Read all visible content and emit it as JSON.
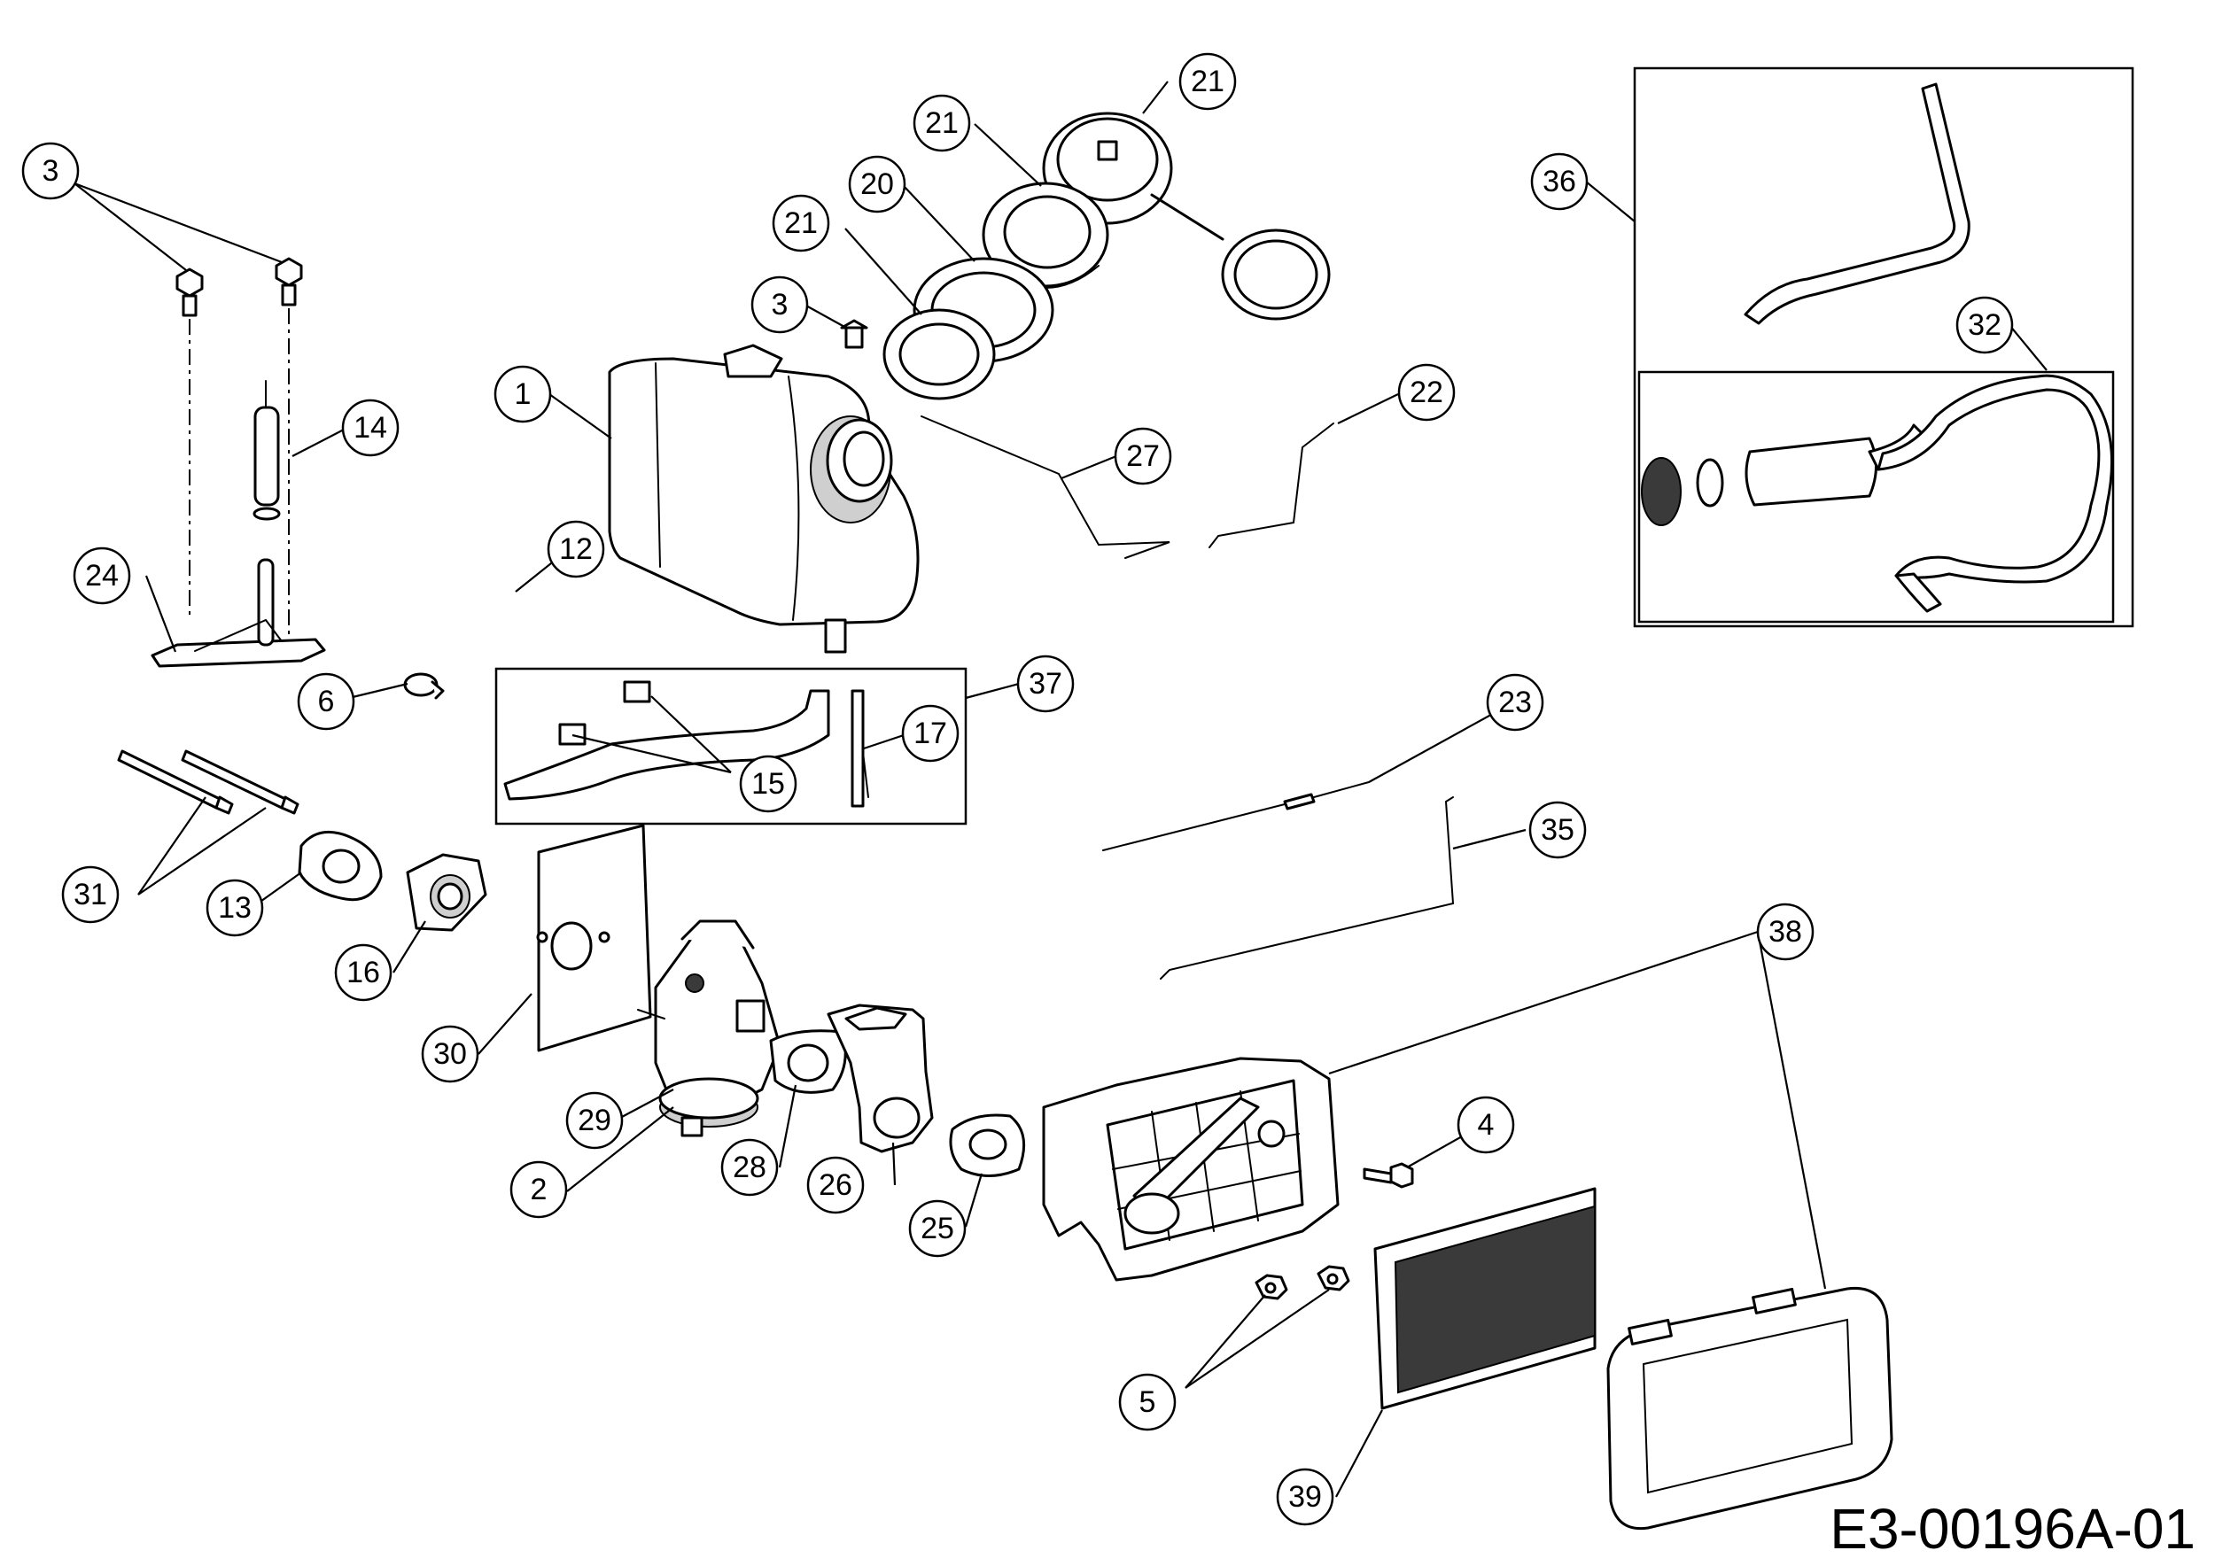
{
  "diagram_code": "E3-00196A-01",
  "callouts": [
    {
      "id": "c3a",
      "label": "3"
    },
    {
      "id": "c14",
      "label": "14"
    },
    {
      "id": "c24",
      "label": "24"
    },
    {
      "id": "c6",
      "label": "6"
    },
    {
      "id": "c31",
      "label": "31"
    },
    {
      "id": "c13",
      "label": "13"
    },
    {
      "id": "c16",
      "label": "16"
    },
    {
      "id": "c30",
      "label": "30"
    },
    {
      "id": "c29",
      "label": "29"
    },
    {
      "id": "c2",
      "label": "2"
    },
    {
      "id": "c28",
      "label": "28"
    },
    {
      "id": "c26",
      "label": "26"
    },
    {
      "id": "c25",
      "label": "25"
    },
    {
      "id": "c1",
      "label": "1"
    },
    {
      "id": "c12",
      "label": "12"
    },
    {
      "id": "c21a",
      "label": "21"
    },
    {
      "id": "c21b",
      "label": "21"
    },
    {
      "id": "c21c",
      "label": "21"
    },
    {
      "id": "c20",
      "label": "20"
    },
    {
      "id": "c3b",
      "label": "3"
    },
    {
      "id": "c27",
      "label": "27"
    },
    {
      "id": "c22",
      "label": "22"
    },
    {
      "id": "c37",
      "label": "37"
    },
    {
      "id": "c15",
      "label": "15"
    },
    {
      "id": "c17",
      "label": "17"
    },
    {
      "id": "c23",
      "label": "23"
    },
    {
      "id": "c35",
      "label": "35"
    },
    {
      "id": "c38",
      "label": "38"
    },
    {
      "id": "c4",
      "label": "4"
    },
    {
      "id": "c5",
      "label": "5"
    },
    {
      "id": "c39",
      "label": "39"
    },
    {
      "id": "c36",
      "label": "36"
    },
    {
      "id": "c32",
      "label": "32"
    }
  ]
}
